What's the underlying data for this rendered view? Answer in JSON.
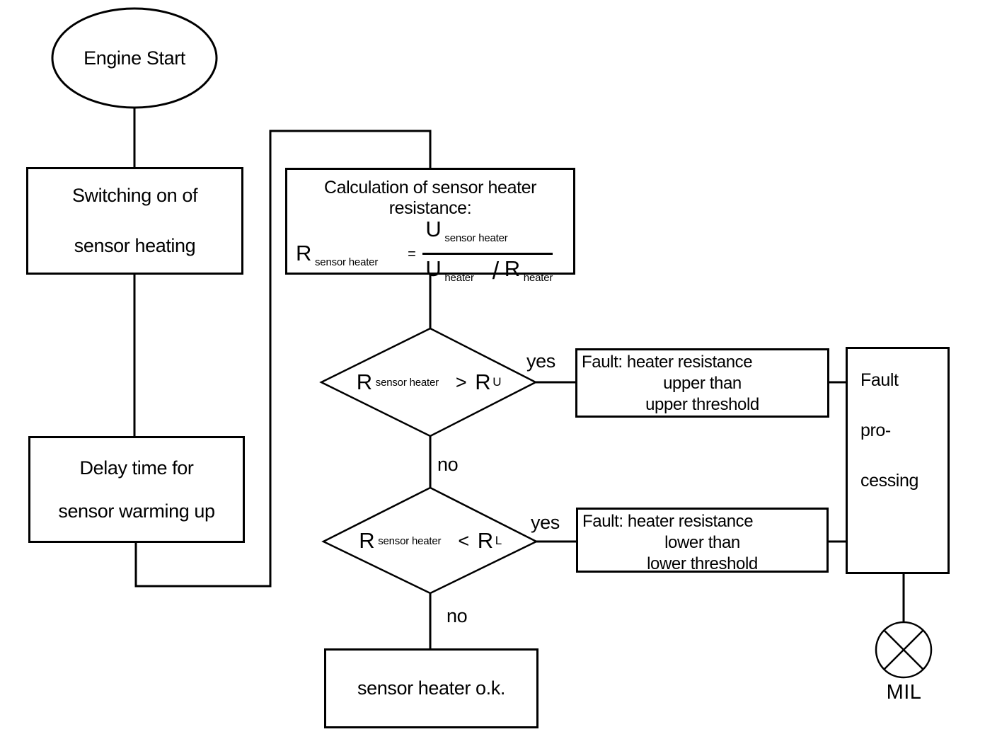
{
  "palette": {
    "ink": "#000000",
    "paper": "#ffffff"
  },
  "nodes": {
    "engine_start": {
      "label": "Engine Start"
    },
    "switching": {
      "line1": "Switching on of",
      "line2": "sensor heating"
    },
    "delay": {
      "line1": "Delay time for",
      "line2": "sensor warming up"
    },
    "calculation": {
      "title1": "Calculation of sensor heater",
      "title2": "resistance:",
      "formula": {
        "lhs_base": "R",
        "lhs_sub": "sensor heater",
        "equals": "=",
        "numerator_base": "U",
        "numerator_sub": "sensor heater",
        "den_first_base": "U",
        "den_first_sub": "heater",
        "den_slash": "/",
        "den_second_base": "R",
        "den_second_sub": "heater"
      }
    },
    "decision_upper": {
      "lhs_base": "R",
      "lhs_sub": "sensor heater",
      "op": ">",
      "rhs_base": "R",
      "rhs_sub": "U"
    },
    "decision_lower": {
      "lhs_base": "R",
      "lhs_sub": "sensor heater",
      "op": "<",
      "rhs_base": "R",
      "rhs_sub": "L"
    },
    "fault_upper": {
      "line1": "Fault: heater resistance",
      "line2": "upper than",
      "line3": "upper threshold"
    },
    "fault_lower": {
      "line1": "Fault: heater resistance",
      "line2": "lower than",
      "line3": "lower threshold"
    },
    "ok": {
      "label": "sensor heater o.k."
    },
    "fault_processing": {
      "line1": "Fault",
      "line2": "pro-",
      "line3": "cessing"
    },
    "mil": {
      "label": "MIL"
    }
  },
  "edge_labels": {
    "upper_yes": "yes",
    "upper_no": "no",
    "lower_yes": "yes",
    "lower_no": "no"
  }
}
